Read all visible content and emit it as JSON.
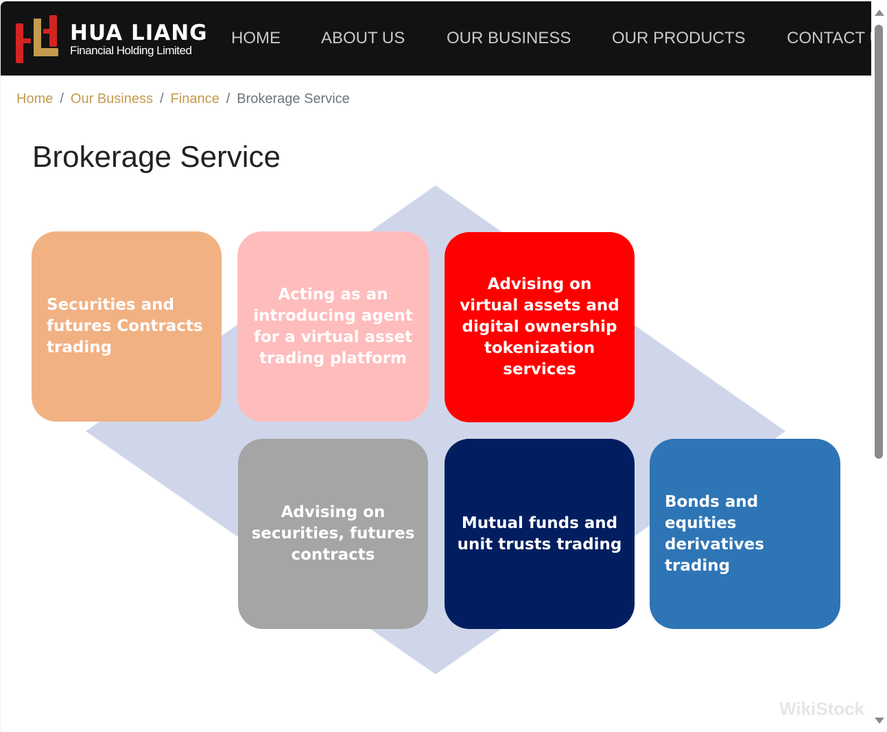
{
  "header": {
    "brand_name": "HUA LIANG",
    "brand_subtitle": "Financial Holding Limited",
    "nav": [
      "HOME",
      "ABOUT US",
      "OUR BUSINESS",
      "OUR PRODUCTS",
      "CONTACT US"
    ]
  },
  "breadcrumb": [
    "Home",
    "Our Business",
    "Finance",
    "Brokerage Service"
  ],
  "page_title": "Brokerage Service",
  "services": [
    {
      "label": "Securities and futures Contracts trading",
      "color": "#f2b183"
    },
    {
      "label": "Acting as an introducing agent for a virtual asset trading platform",
      "color": "#ffbcbc"
    },
    {
      "label": "Advising on virtual assets and digital ownership tokenization services",
      "color": "#ff0000"
    },
    {
      "label": "Advising on securities, futures contracts",
      "color": "#a5a5a5"
    },
    {
      "label": "Mutual funds and unit trusts trading",
      "color": "#021e60"
    },
    {
      "label": "Bonds and equities derivatives trading",
      "color": "#2e75b6"
    }
  ],
  "watermark": "WikiStock",
  "colors": {
    "accent": "#c49a4e",
    "nav_bg": "#121212",
    "diamond": "#d0d6ea"
  }
}
